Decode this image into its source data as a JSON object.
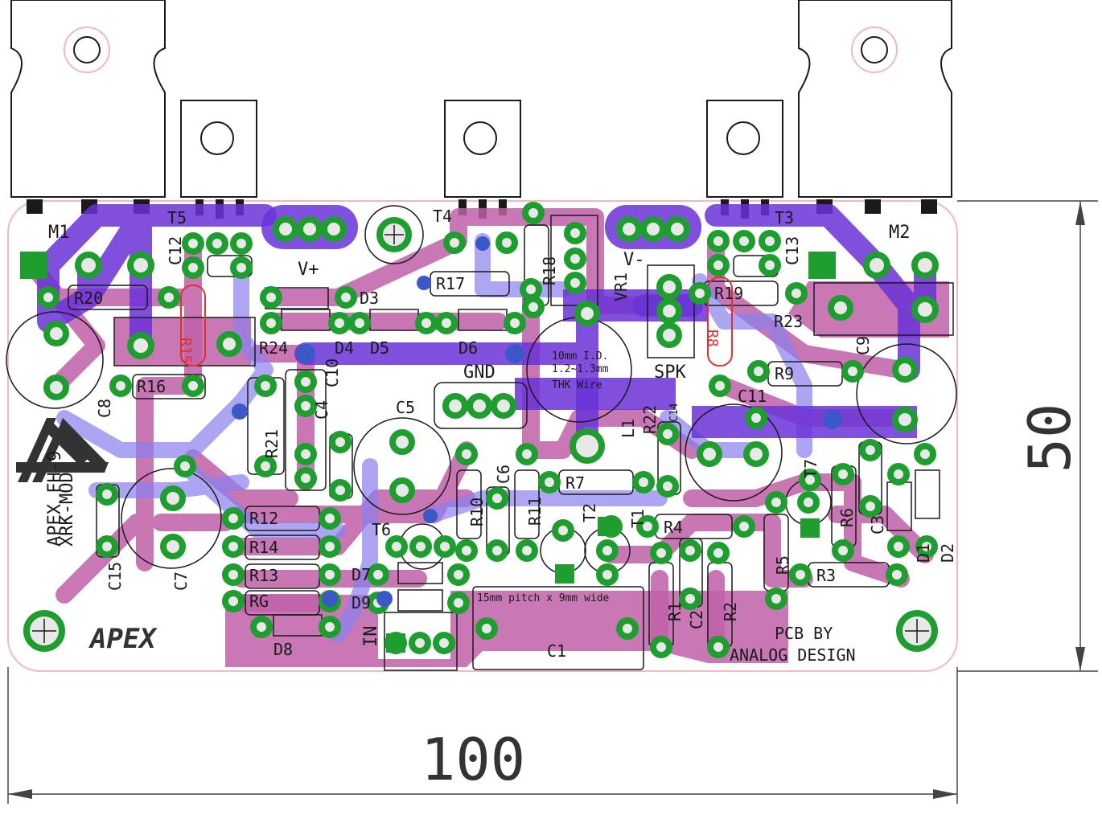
{
  "colors": {
    "board_edge": "#f2b8c0",
    "top_copper": "#c060a8",
    "bottom_copper": "#6a32d8",
    "bottom_copper_light": "#8a80ee",
    "pad_ring": "#1e9e2e",
    "pad_hole": "#e8e8e8",
    "via_ring": "#3a58c8",
    "silkscreen": "#1a1a1a",
    "fab_red": "#e03030",
    "dimension": "#444444"
  },
  "dimensions": {
    "width_label": "100",
    "height_label": "50"
  },
  "board_text": {
    "model": "APEX FH-9",
    "variant": "XRK-MOD",
    "logo": "APEX",
    "credit_line1": "PCB BY",
    "credit_line2": "ANALOG DESIGN",
    "c1_note": "15mm pitch x 9mm wide",
    "coil_note_1": "10mm I.D.",
    "coil_note_2": "1.2~1.3mm",
    "coil_note_3": "THK Wire"
  },
  "connectors": {
    "vplus": "V+",
    "vminus": "V-",
    "gnd": "GND",
    "spk": "SPK",
    "input": "IN"
  },
  "transistors": [
    "M1",
    "M2",
    "T1",
    "T2",
    "T3",
    "T4",
    "T5",
    "T6",
    "T7"
  ],
  "resistors": [
    "R1",
    "R2",
    "R3",
    "R4",
    "R5",
    "R6",
    "R7",
    "R9",
    "R10",
    "R11",
    "R12",
    "R13",
    "R14",
    "R16",
    "R17",
    "R18",
    "R19",
    "R20",
    "R21",
    "R22",
    "R23",
    "R24",
    "RG"
  ],
  "capacitors": [
    "C1",
    "C2",
    "C3",
    "C4",
    "C5",
    "C6",
    "C7",
    "C8",
    "C9",
    "C10",
    "C11",
    "C12",
    "C13",
    "C14",
    "C15"
  ],
  "diodes": [
    "D1",
    "D2",
    "D3",
    "D4",
    "D5",
    "D6",
    "D7",
    "D8",
    "D9"
  ],
  "misc_refs": {
    "trimmer": "VR1",
    "inductor": "L1",
    "r15_fab": "R15",
    "r8_fab": "R8"
  }
}
